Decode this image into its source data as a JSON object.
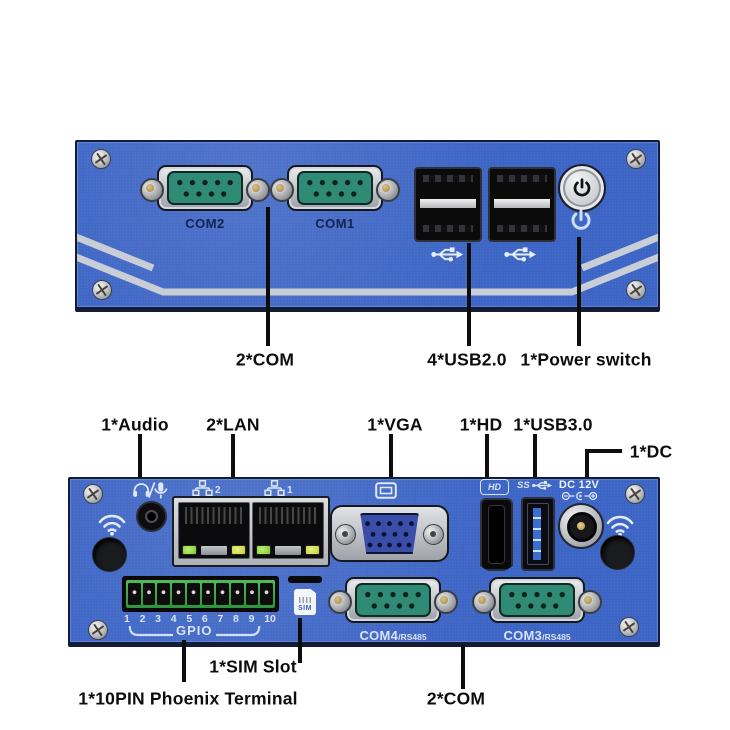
{
  "annotations": {
    "top_com": "2*COM",
    "top_usb": "4*USB2.0",
    "top_power": "1*Power switch",
    "mid_audio": "1*Audio",
    "mid_lan": "2*LAN",
    "mid_vga": "1*VGA",
    "mid_hd": "1*HD",
    "mid_usb3": "1*USB3.0",
    "mid_dc": "1*DC",
    "bot_sim": "1*SIM Slot",
    "bot_phoenix": "1*10PIN Phoenix Terminal",
    "bot_com": "2*COM"
  },
  "front_panel": {
    "com2_label": "COM2",
    "com1_label": "COM1"
  },
  "rear_panel": {
    "lan2_num": "2",
    "lan1_num": "1",
    "hd_icon_text": "HD",
    "ss_icon_text": "SS",
    "dc_label": "DC 12V",
    "gpio_label": "GPIO",
    "gpio_pins": [
      "1",
      "2",
      "3",
      "4",
      "5",
      "6",
      "7",
      "8",
      "9",
      "10"
    ],
    "sim_label": "SIM",
    "com4_name": "COM4",
    "com4_suffix": "/RS485",
    "com3_name": "COM3",
    "com3_suffix": "/RS485"
  },
  "icons": [
    "power-icon",
    "usb-trident-icon",
    "headset-mic-icon",
    "lan-icon",
    "monitor-icon",
    "hd-icon",
    "usb-ss-icon",
    "dc-polarity-icon",
    "wifi-icon",
    "screw-icon",
    "sim-card-icon"
  ],
  "colors": {
    "panel_blue": "#3d65c5",
    "panel_border": "#131c36",
    "stripe": "#c9cdd6",
    "annotation": "#0d0d0d",
    "panel_print": "#d9e2f6",
    "db9_face": "#2f8a76",
    "led_green": "#84c932",
    "led_yellow": "#c3cf3a",
    "usb3_blue": "#3a6ed0",
    "gpio_green": "#2f9440"
  }
}
